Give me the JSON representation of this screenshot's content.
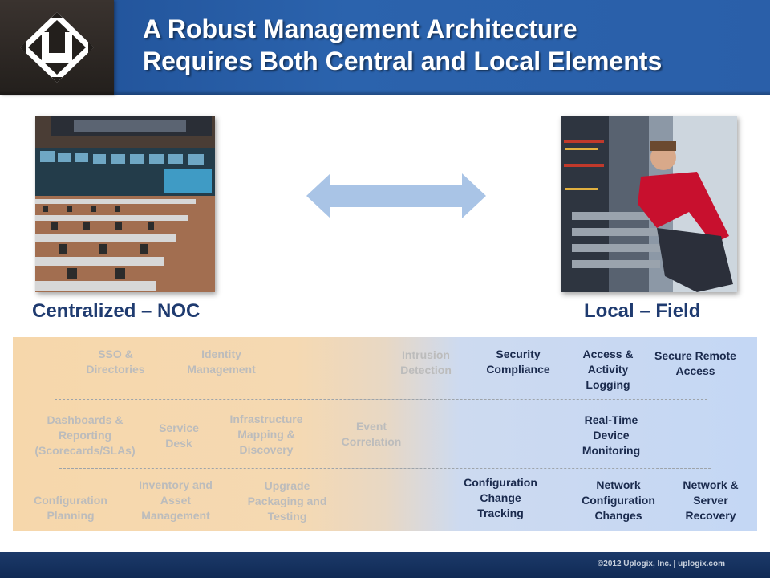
{
  "header": {
    "title_line1": "A Robust Management Architecture",
    "title_line2": "Requires Both Central and Local Elements"
  },
  "diagram": {
    "left_label": "Centralized – NOC",
    "right_label": "Local – Field",
    "arrow_color": "#a9c4e6"
  },
  "functions": {
    "row1": [
      {
        "text": "SSO &\nDirectories",
        "emphasis": "faded"
      },
      {
        "text": "Identity\nManagement",
        "emphasis": "faded"
      },
      {
        "text": "Intrusion\nDetection",
        "emphasis": "faded"
      },
      {
        "text": "Security\nCompliance",
        "emphasis": "dark"
      },
      {
        "text": "Access &\nActivity\nLogging",
        "emphasis": "dark"
      },
      {
        "text": "Secure Remote\nAccess",
        "emphasis": "dark"
      }
    ],
    "row2": [
      {
        "text": "Dashboards &\nReporting\n(Scorecards/SLAs)",
        "emphasis": "faded"
      },
      {
        "text": "Service\nDesk",
        "emphasis": "faded"
      },
      {
        "text": "Infrastructure\nMapping &\nDiscovery",
        "emphasis": "faded"
      },
      {
        "text": "Event\nCorrelation",
        "emphasis": "faded"
      },
      {
        "text": "Real-Time\nDevice\nMonitoring",
        "emphasis": "dark"
      }
    ],
    "row3": [
      {
        "text": "Configuration\nPlanning",
        "emphasis": "faded"
      },
      {
        "text": "Inventory and\nAsset\nManagement",
        "emphasis": "faded"
      },
      {
        "text": "Upgrade\nPackaging and\nTesting",
        "emphasis": "faded"
      },
      {
        "text": "Configuration\nChange\nTracking",
        "emphasis": "dark"
      },
      {
        "text": "Network\nConfiguration\nChanges",
        "emphasis": "dark"
      },
      {
        "text": "Network &\nServer\nRecovery",
        "emphasis": "dark"
      }
    ]
  },
  "footer": {
    "copyright": "©2012 Uplogix, Inc. | uplogix.com"
  }
}
